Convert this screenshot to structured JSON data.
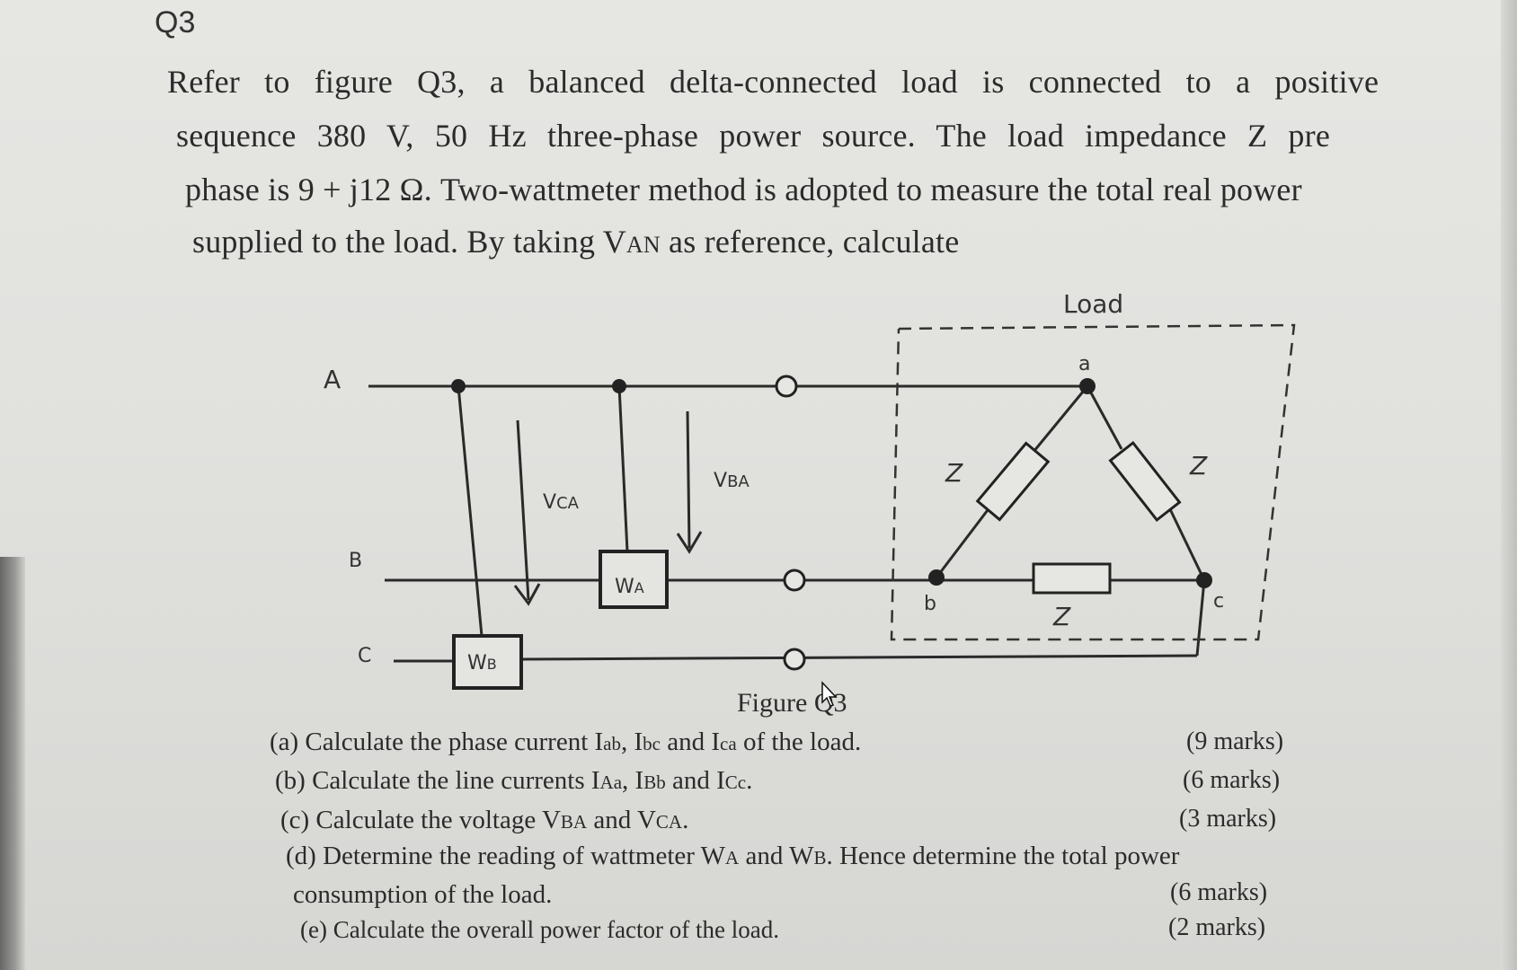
{
  "question_number": "Q3",
  "intro": {
    "line1": "Refer to figure Q3, a balanced delta-connected load is connected to a positive",
    "line2": "sequence 380 V,  50 Hz three-phase  power source. The load impedance Z pre",
    "line3": "phase is 9 + j12 Ω. Two-wattmeter method is adopted to measure the total real power",
    "line4_a": "supplied to the load. By taking V",
    "line4_sub": "AN",
    "line4_b": " as reference, calculate"
  },
  "figure": {
    "load_label": "Load",
    "node_A": "A",
    "node_B": "B",
    "node_C": "C",
    "node_a": "a",
    "node_b": "b",
    "node_c": "c",
    "z_left": "Z",
    "z_right": "Z",
    "z_bottom": "Z",
    "wattmeter_a": "W",
    "wattmeter_a_sub": "A",
    "wattmeter_b": "W",
    "wattmeter_b_sub": "B",
    "v_ca": "V",
    "v_ca_sub": "CA",
    "v_ba": "V",
    "v_ba_sub": "BA",
    "caption": "Figure Q3"
  },
  "parts": [
    {
      "text_a": "(a) Calculate the phase current I",
      "s1": "ab",
      "text_b": ", I",
      "s2": "bc",
      "text_c": " and I",
      "s3": "ca",
      "text_d": " of the load.",
      "marks": "(9 marks)"
    },
    {
      "text_a": "(b) Calculate the line currents I",
      "s1": "Aa",
      "text_b": ", I",
      "s2": "Bb",
      "text_c": " and I",
      "s3": "Cc",
      "text_d": ".",
      "marks": "(6 marks)"
    },
    {
      "text_a": "(c) Calculate the voltage V",
      "s1": "BA",
      "text_b": " and V",
      "s2": "CA",
      "text_c": ".",
      "marks": "(3 marks)"
    },
    {
      "text_a": "(d) Determine the reading of wattmeter W",
      "s1": "A",
      "text_b": " and W",
      "s2": "B",
      "text_c": ". Hence determine the total power",
      "line2": "consumption of the load.",
      "marks": "(6 marks)"
    },
    {
      "text_a": "(e) Calculate the overall power factor of the load.",
      "marks": "(2 marks)"
    }
  ]
}
